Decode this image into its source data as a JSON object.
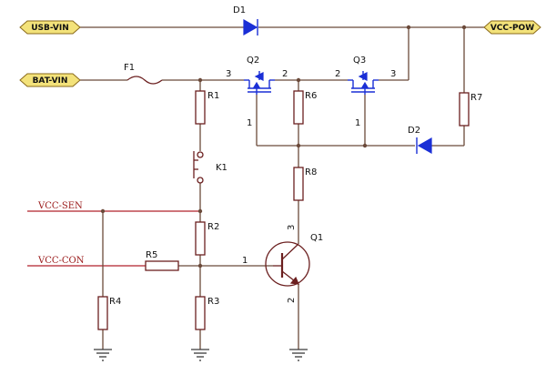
{
  "ports": {
    "usb_vin": "USB-VIN",
    "bat_vin": "BAT-VIN",
    "vcc_pow": "VCC-POW"
  },
  "nets": {
    "vcc_sen": "VCC-SEN",
    "vcc_con": "VCC-CON"
  },
  "components": {
    "d1": "D1",
    "d2": "D2",
    "f1": "F1",
    "q1": "Q1",
    "q2": "Q2",
    "q3": "Q3",
    "k1": "K1",
    "r1": "R1",
    "r2": "R2",
    "r3": "R3",
    "r4": "R4",
    "r5": "R5",
    "r6": "R6",
    "r7": "R7",
    "r8": "R8"
  },
  "pins": {
    "q2_3": "3",
    "q2_2": "2",
    "q2_1": "1",
    "q3_2": "2",
    "q3_3": "3",
    "q3_1": "1",
    "q1_1": "1",
    "q1_2": "2",
    "q1_3": "3"
  },
  "colors": {
    "wire": "#6b4a3a",
    "part": "#6b1f1f",
    "symbol": "#1a2fd6",
    "port_fill": "#f3e27a",
    "net_label": "#9a1a1a"
  }
}
